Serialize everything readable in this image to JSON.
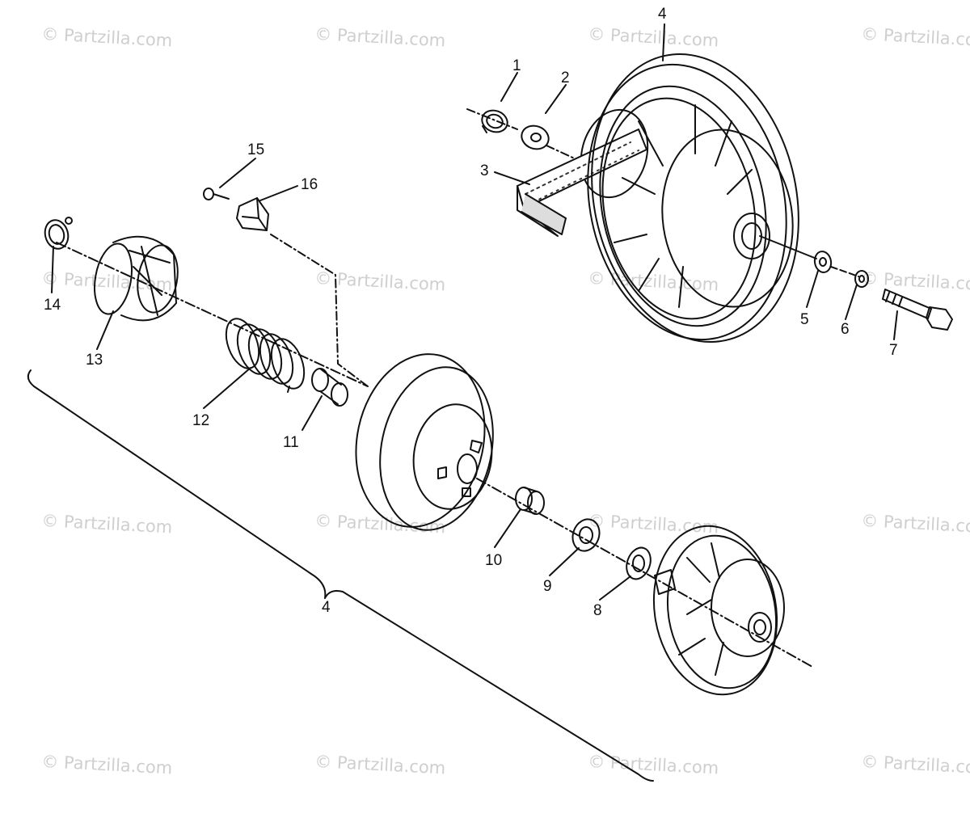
{
  "watermark": "© Partzilla.com",
  "parts": [
    {
      "id": "1"
    },
    {
      "id": "2"
    },
    {
      "id": "3"
    },
    {
      "id": "4"
    },
    {
      "id": "5"
    },
    {
      "id": "6"
    },
    {
      "id": "7"
    },
    {
      "id": "4"
    },
    {
      "id": "8"
    },
    {
      "id": "9"
    },
    {
      "id": "10"
    },
    {
      "id": "11"
    },
    {
      "id": "12"
    },
    {
      "id": "13"
    },
    {
      "id": "14"
    },
    {
      "id": "15"
    },
    {
      "id": "16"
    }
  ],
  "colors": {
    "line": "#111111",
    "watermark": "#cfcfcf",
    "belt": "#3a3a3a"
  }
}
